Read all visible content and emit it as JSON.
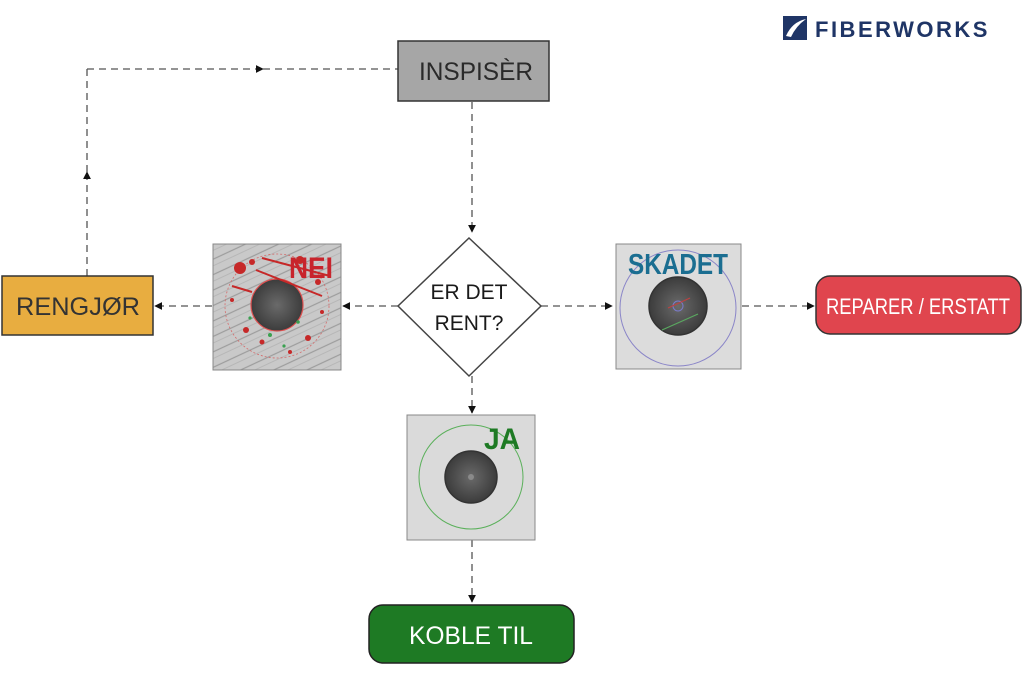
{
  "brand": {
    "name": "FIBERWORKS",
    "logo_icon": "swoosh-square-icon",
    "color": "#1f3566"
  },
  "nodes": {
    "inspect": {
      "label": "INSPISÈR",
      "fill": "#a6a6a6"
    },
    "decision": {
      "line1": "ER DET",
      "line2": "RENT?",
      "fill": "#ffffff"
    },
    "clean": {
      "label": "RENGJØR",
      "fill": "#e8ad40"
    },
    "repair": {
      "label": "REPARER / ERSTATT",
      "fill": "#e0454e"
    },
    "connect": {
      "label": "KOBLE TIL",
      "fill": "#1e7a24"
    }
  },
  "images": {
    "dirty": {
      "label": "NEI",
      "label_color": "#c8242c",
      "icon": "dirty-fiber-endface-image"
    },
    "damaged": {
      "label": "SKADET",
      "label_color": "#1b6e91",
      "icon": "damaged-fiber-endface-image"
    },
    "clean": {
      "label": "JA",
      "label_color": "#1e7a24",
      "icon": "clean-fiber-endface-image"
    }
  },
  "connector": {
    "style": "dashed",
    "color": "#555555"
  }
}
